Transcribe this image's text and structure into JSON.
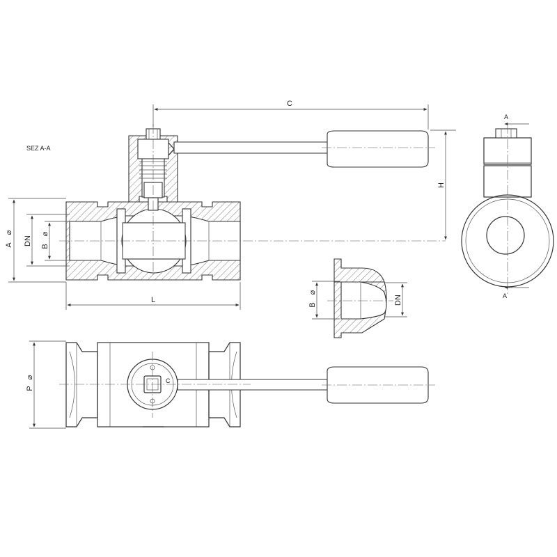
{
  "section_label": "SEZ  A-A",
  "dimensions": {
    "C": "C",
    "H": "H",
    "L": "L",
    "A": "A",
    "DN": "DN",
    "B": "B",
    "P": "P",
    "diameter_symbol": "⌀"
  },
  "section_marks": {
    "top": "A",
    "bottom": "A"
  },
  "logo_text": "C"
}
